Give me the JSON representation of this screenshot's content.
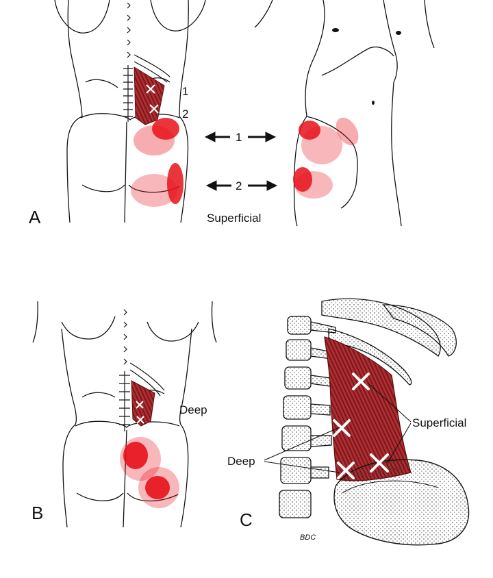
{
  "figure": {
    "panels": [
      {
        "letter": "A"
      },
      {
        "letter": "B"
      },
      {
        "letter": "C"
      }
    ],
    "panel_a": {
      "numbers": [
        "1",
        "2"
      ],
      "arrow_labels": [
        "1",
        "2"
      ],
      "layer_label": "Superficial"
    },
    "panel_b": {
      "layer_label": "Deep"
    },
    "panel_c": {
      "superficial_label": "Superficial",
      "deep_label": "Deep",
      "signature": "BDC"
    },
    "colors": {
      "referred_pain": "#e8121b",
      "muscle": "#9b1c1f",
      "trigger_point": "#ffffff",
      "ink": "#111111"
    }
  }
}
